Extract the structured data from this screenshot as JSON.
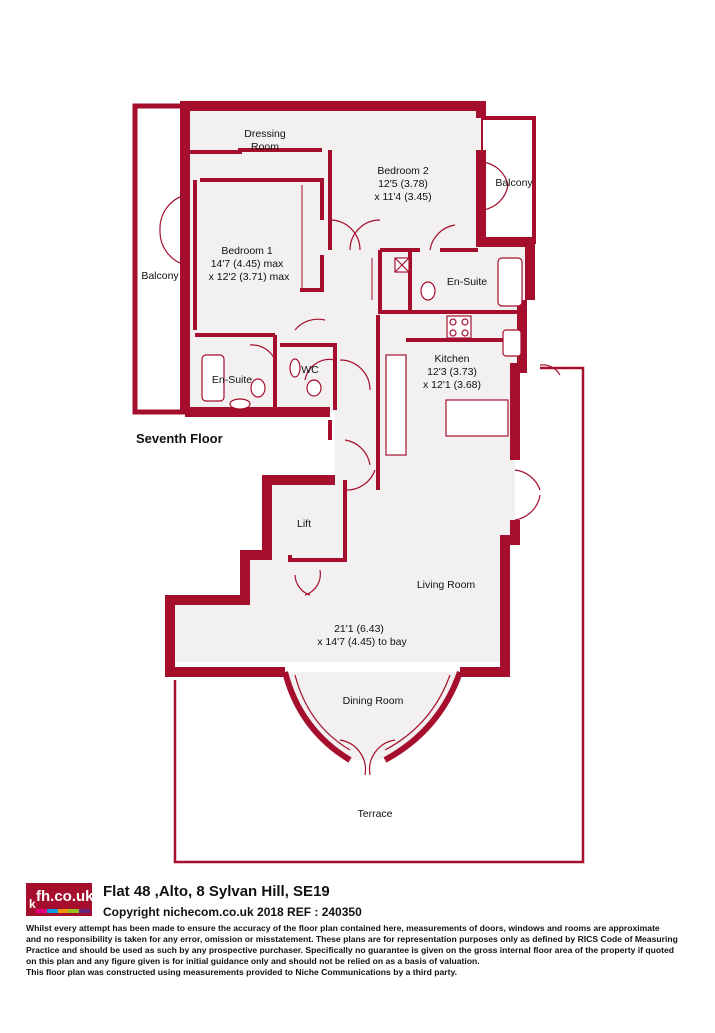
{
  "colors": {
    "wall": "#a50f2d",
    "floor": "#f2f0f0",
    "terrace_line": "#a50f2d"
  },
  "floor_label": "Seventh Floor",
  "rooms": {
    "dressing_room": {
      "line1": "Dressing",
      "line2": "Room"
    },
    "bedroom2": {
      "name": "Bedroom 2",
      "dim1": "12'5 (3.78)",
      "dim2": "x 11'4 (3.45)"
    },
    "balcony_right": "Balcony",
    "bedroom1": {
      "name": "Bedroom 1",
      "dim1": "14'7 (4.45) max",
      "dim2": "x 12'2 (3.71) max"
    },
    "balcony_left": "Balcony",
    "ensuite_right": "En-Suite",
    "kitchen": {
      "name": "Kitchen",
      "dim1": "12'3 (3.73)",
      "dim2": "x 12'1 (3.68)"
    },
    "ensuite_left": "En-Suite",
    "wc": "WC",
    "lift": "Lift",
    "living_room": "Living Room",
    "main_dims": {
      "dim1": "21'1 (6.43)",
      "dim2": "x 14'7 (4.45) to bay"
    },
    "dining_room": "Dining Room",
    "terrace": "Terrace"
  },
  "logo": {
    "k": "k",
    "text": "fh.co.uk",
    "bar_colors": [
      "#e6007e",
      "#009fe3",
      "#f39200",
      "#95c11f",
      "#662483"
    ]
  },
  "title": "Flat 48 ,Alto, 8 Sylvan Hill, SE19",
  "copyright": "Copyright nichecom.co.uk 2018 REF : 240350",
  "disclaimer": [
    "Whilst every attempt has been made to ensure the accuracy of the floor plan contained here, measurements of doors, windows and rooms are approximate",
    "and no responsibility is taken for any error, omission or misstatement.  These plans are for representation purposes only as defined by RICS Code of Measuring",
    "Practice and should be used as such by any prospective purchaser.  Specifically no guarantee is given on the gross internal floor area of the property if quoted",
    "on this plan and any figure given is for initial guidance only and should not be relied on as a basis of valuation.",
    "This floor plan was constructed using measurements provided to Niche Communications by a third party."
  ]
}
